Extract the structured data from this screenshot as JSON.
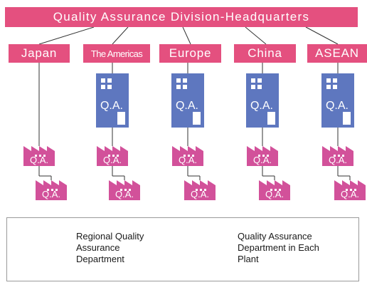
{
  "header": {
    "title": "Quality Assurance Division-Headquarters"
  },
  "regions": [
    {
      "name": "Japan"
    },
    {
      "name": "The Americas"
    },
    {
      "name": "Europe"
    },
    {
      "name": "China"
    },
    {
      "name": "ASEAN"
    }
  ],
  "icon_label": "Q.A.",
  "legend": {
    "regional": {
      "icon": "office-building-icon",
      "label": "Regional Quality\nAssurance\nDepartment"
    },
    "plant": {
      "icon": "factory-icon",
      "label": "Quality Assurance\nDepartment in Each\nPlant"
    }
  },
  "colors": {
    "pink": "#e4507f",
    "blue": "#5e77bf",
    "line": "#333333"
  }
}
